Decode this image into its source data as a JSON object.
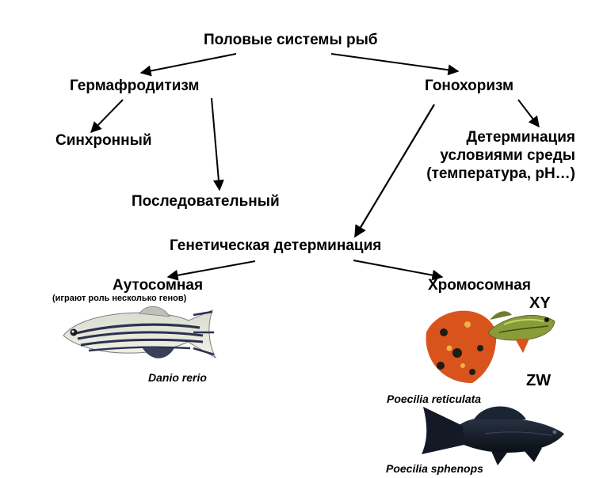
{
  "nodes": {
    "root": "Половые системы рыб",
    "hermaphroditism": "Гермафродитизм",
    "gonochorism": "Гонохоризм",
    "synchronous": "Синхронный",
    "sequential": "Последовательный",
    "env_line1": "Детерминация",
    "env_line2": "условиями среды",
    "env_line3": "(температура, pH…)",
    "genetic": "Генетическая детерминация",
    "autosomal": "Аутосомная",
    "autosomal_note": "(играют роль несколько генов)",
    "chromosomal": "Хромосомная"
  },
  "systems": {
    "xy": "XY",
    "zw": "ZW"
  },
  "species": {
    "danio": "Danio rerio",
    "guppy": "Poecilia reticulata",
    "molly": "Poecilia sphenops"
  },
  "colors": {
    "guppy_tail": "#d9541c",
    "guppy_body": "#8a9c3a",
    "molly_body": "#121a26",
    "danio_stripe": "#2c3150"
  }
}
